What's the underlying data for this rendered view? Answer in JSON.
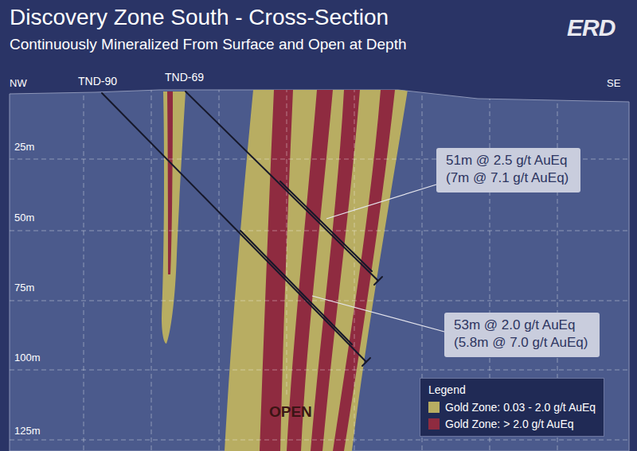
{
  "diagram": {
    "title": "Discovery Zone South - Cross-Section",
    "nodes": [
      {
        "text": [
          "51m @ 2.5 g/t AuEq",
          "(7m @ 7.1 g/t AuEq)"
        ]
      },
      {
        "text": [
          "53m @ 2.0 g/t AuEq",
          "(5.8m @ 7.0 g/t AuEq)"
        ]
      }
    ],
    "labels": [
      "Continuously Mineralized From Surface and Open at Depth",
      "ERD",
      "NW",
      "SE",
      "TND-90",
      "TND-69",
      "25m",
      "50m",
      "75m",
      "100m",
      "125m",
      "OPEN",
      "Legend"
    ],
    "legend": [
      {
        "text": "Gold Zone: 0.03 - 2.0 g/t AuEq",
        "color": "#b8ad62"
      },
      {
        "text": "Gold Zone: > 2.0 g/t AuEq",
        "color": "#8f2b40"
      }
    ]
  }
}
